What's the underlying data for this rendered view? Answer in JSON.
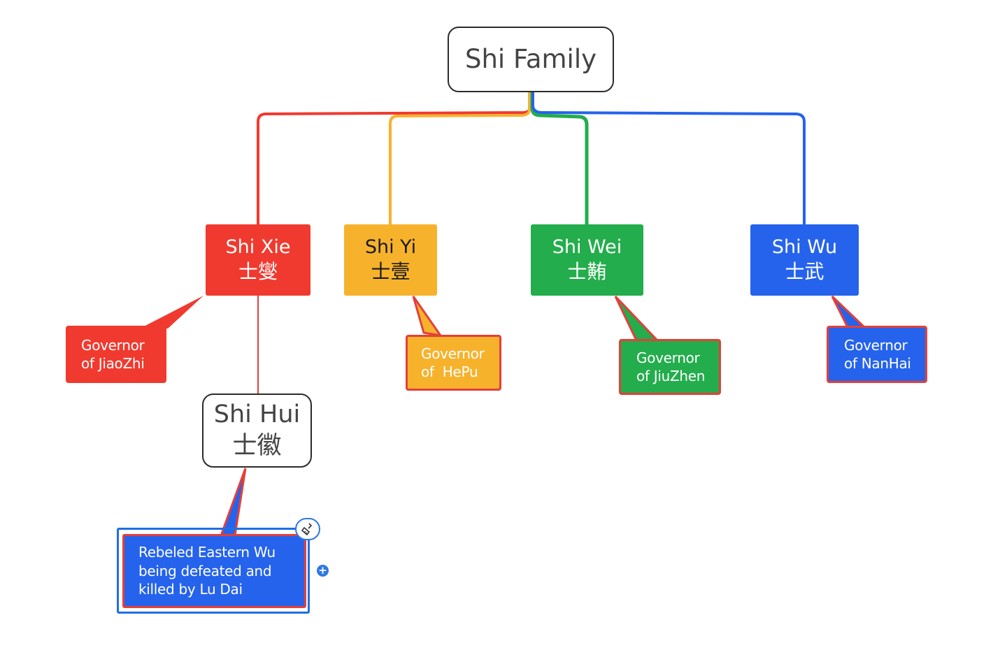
{
  "root": {
    "label": "Shi Family"
  },
  "children": [
    {
      "name": "Shi Xie",
      "chinese": "士燮",
      "note": [
        "Governor",
        "of JiaoZhi"
      ]
    },
    {
      "name": "Shi Yi",
      "chinese": "士壹",
      "note": [
        "Governor",
        "of  HePu"
      ]
    },
    {
      "name": "Shi Wei",
      "chinese": "士䵋",
      "note": [
        "Governor",
        "of JiuZhen"
      ]
    },
    {
      "name": "Shi Wu",
      "chinese": "士武",
      "note": [
        "Governor",
        "of NanHai"
      ]
    }
  ],
  "grandchild": {
    "name": "Shi Hui",
    "chinese": "士徽",
    "note": [
      "Rebeled Eastern Wu",
      "being defeated and",
      "killed by Lu Dai"
    ]
  },
  "controls": {
    "add": "+",
    "broom_icon": "broom-icon",
    "add_icon": "plus-icon"
  },
  "colors": {
    "red": "#f03a2f",
    "yellow": "#f7b22c",
    "green": "#23ad4c",
    "blue": "#2563ec",
    "selection": "#1f6fe5",
    "note_border": "#e2403a"
  }
}
